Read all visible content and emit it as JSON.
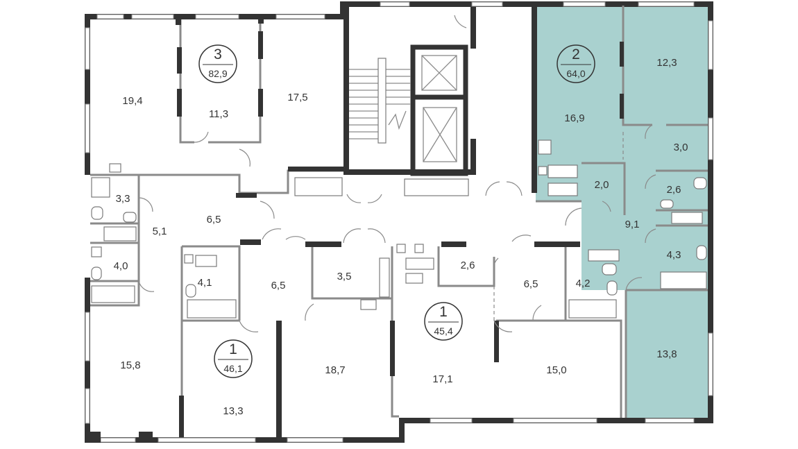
{
  "highlight_color": "#a9d1cf",
  "wall_color": "#333333",
  "apartments": [
    {
      "id": "apt-3",
      "number": "3",
      "area": "82,9"
    },
    {
      "id": "apt-2",
      "number": "2",
      "area": "64,0"
    },
    {
      "id": "apt-1-left",
      "number": "1",
      "area": "46,1"
    },
    {
      "id": "apt-1-center",
      "number": "1",
      "area": "45,4"
    }
  ],
  "rooms": {
    "r19_4": "19,4",
    "r11_3": "11,3",
    "r17_5": "17,5",
    "r16_9": "16,9",
    "r12_3": "12,3",
    "r3_0": "3,0",
    "r2_0": "2,0",
    "r2_6a": "2,6",
    "r9_1": "9,1",
    "r4_3": "4,3",
    "r13_8": "13,8",
    "r3_3": "3,3",
    "r5_1": "5,1",
    "r6_5a": "6,5",
    "r4_0": "4,0",
    "r15_8": "15,8",
    "r4_1": "4,1",
    "r6_5b": "6,5",
    "r3_5": "3,5",
    "r13_3": "13,3",
    "r18_7": "18,7",
    "r2_6b": "2,6",
    "r17_1": "17,1",
    "r6_5c": "6,5",
    "r4_2": "4,2",
    "r15_0": "15,0"
  }
}
